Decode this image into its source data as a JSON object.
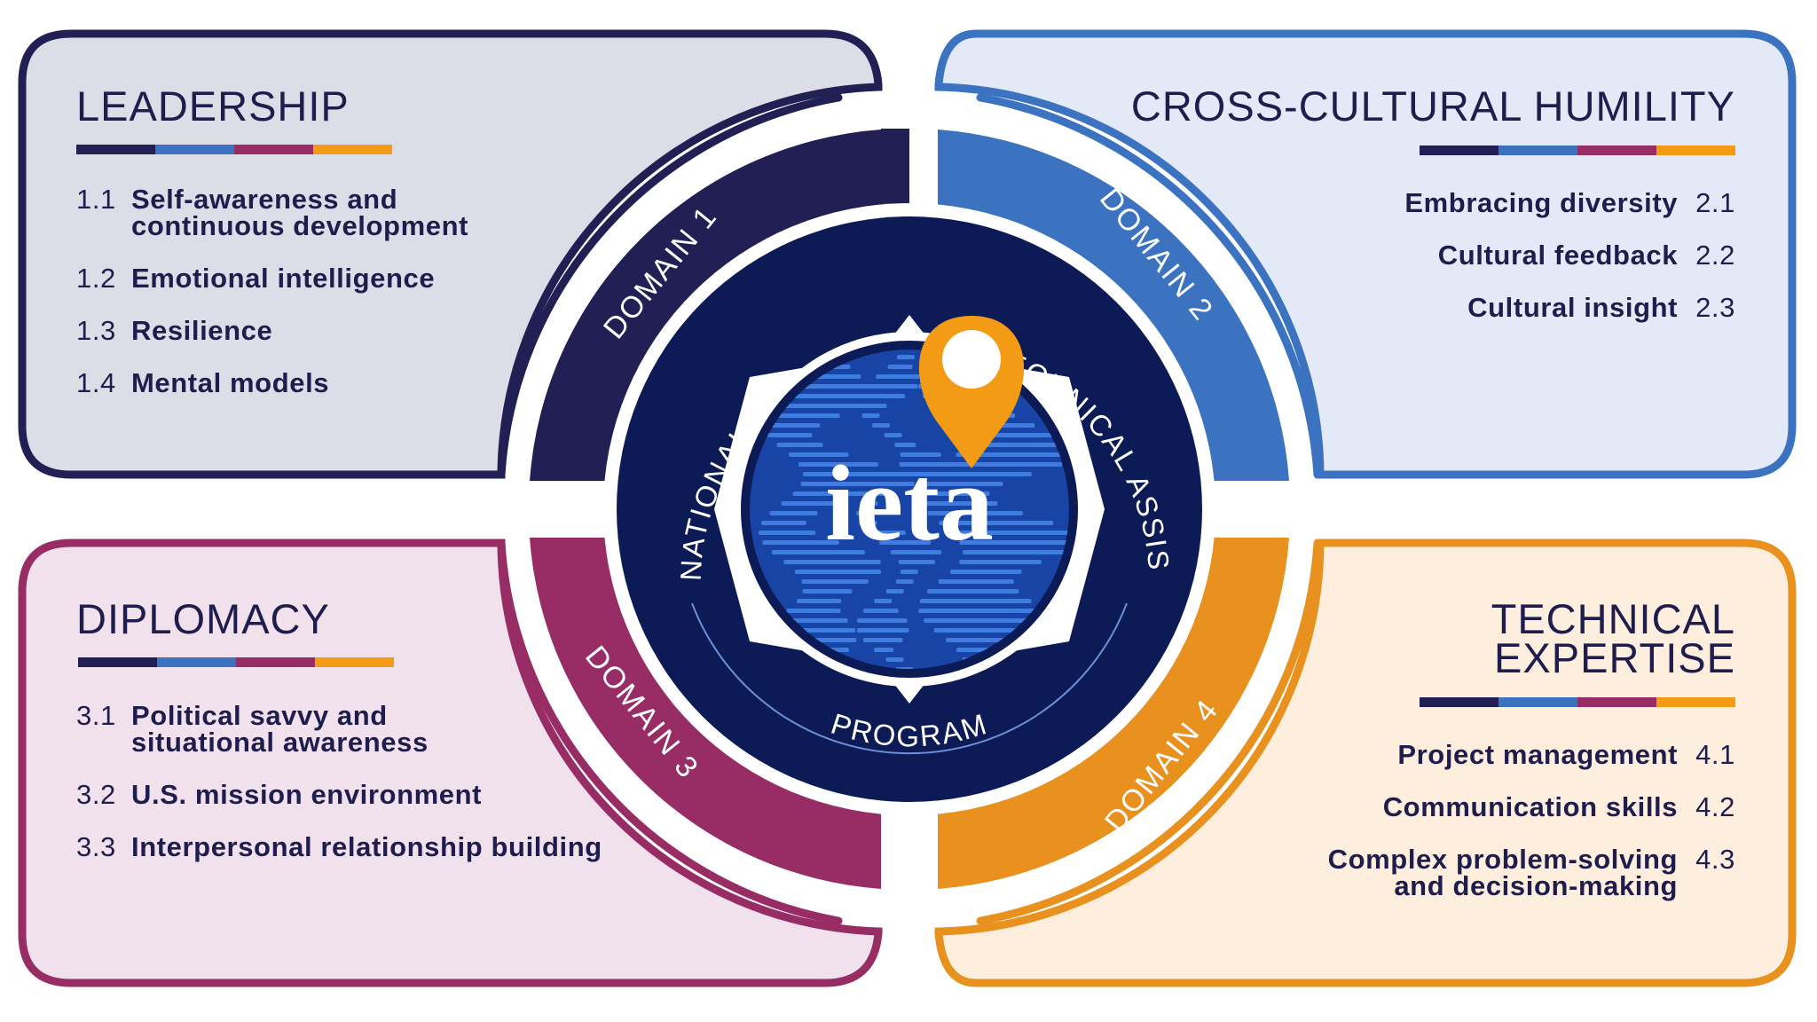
{
  "colors": {
    "navy": "#1f1d4e",
    "blue": "#3b73c1",
    "magenta": "#982d66",
    "orange": "#e8911f",
    "center": "#0c1a55",
    "globe": "#1844a6"
  },
  "logo": {
    "wordmark": "ieta",
    "pin_icon": "map-pin-icon",
    "globe_icon": "globe-icon"
  },
  "hub": {
    "ring_text_top": "INTERNATIONAL EXPERIENCE + TECHNICAL ASSISTANCE",
    "ring_text_bottom": "PROGRAM"
  },
  "domains": [
    {
      "label": "DOMAIN 1",
      "title": "LEADERSHIP",
      "items": [
        {
          "num": "1.1",
          "text": "Self-awareness and continuous development"
        },
        {
          "num": "1.2",
          "text": "Emotional intelligence"
        },
        {
          "num": "1.3",
          "text": "Resilience"
        },
        {
          "num": "1.4",
          "text": "Mental models"
        }
      ]
    },
    {
      "label": "DOMAIN 2",
      "title": "CROSS-CULTURAL HUMILITY",
      "items": [
        {
          "num": "2.1",
          "text": "Embracing diversity"
        },
        {
          "num": "2.2",
          "text": "Cultural feedback"
        },
        {
          "num": "2.3",
          "text": "Cultural insight"
        }
      ]
    },
    {
      "label": "DOMAIN 3",
      "title": "DIPLOMACY",
      "items": [
        {
          "num": "3.1",
          "text": "Political savvy and situational awareness"
        },
        {
          "num": "3.2",
          "text": "U.S. mission environment"
        },
        {
          "num": "3.3",
          "text": "Interpersonal relationship building"
        }
      ]
    },
    {
      "label": "DOMAIN 4",
      "title": "TECHNICAL EXPERTISE",
      "items": [
        {
          "num": "4.1",
          "text": "Project management"
        },
        {
          "num": "4.2",
          "text": "Communication skills"
        },
        {
          "num": "4.3",
          "text": "Complex problem-solving and decision-making"
        }
      ]
    }
  ]
}
